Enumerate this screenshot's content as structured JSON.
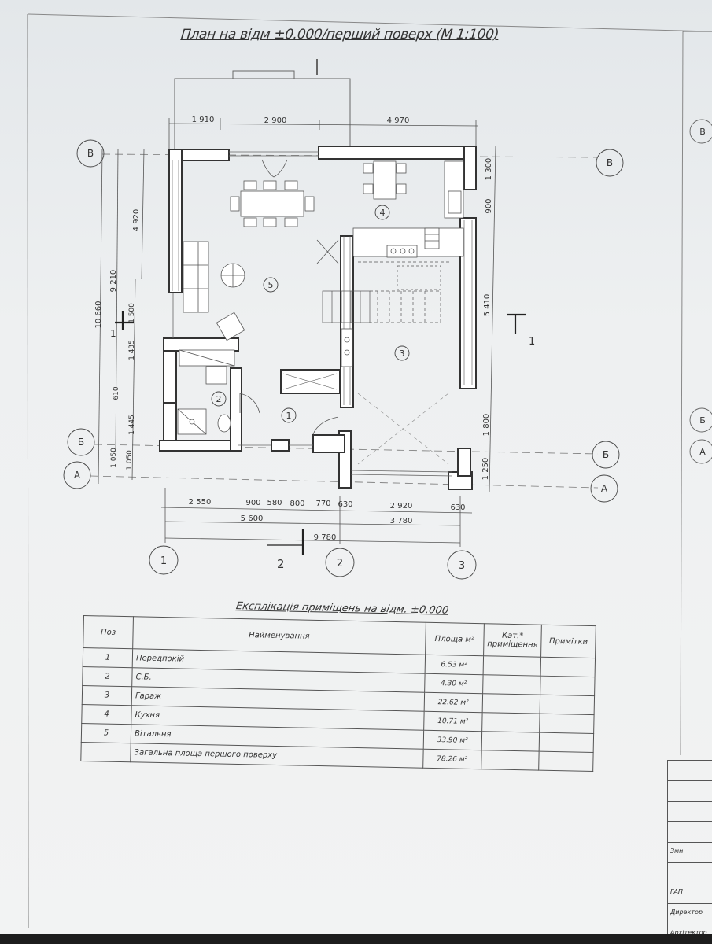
{
  "plan": {
    "title": "План на відм ±0.000/перший поверх (М 1:100)",
    "rooms": [
      "1",
      "2",
      "3",
      "4",
      "5"
    ],
    "grid_axes": {
      "letters": [
        "В",
        "Б",
        "А"
      ],
      "numbers": [
        "1",
        "2",
        "3"
      ],
      "right_side_letters": [
        "В",
        "Б",
        "А"
      ]
    },
    "section_marks": {
      "vertical_1": "1",
      "horizontal_2": "2",
      "left_1": "1"
    },
    "dimensions": {
      "top": [
        "1 910",
        "2 900",
        "4 970"
      ],
      "left_outer": "10 660",
      "left_mid": "9 210",
      "left_upper": "4 920",
      "left_chain": [
        "1 500",
        "1 435",
        "610",
        "1 445",
        "1 050",
        "1 050"
      ],
      "right_chain": [
        "1 300",
        "900",
        "5 410",
        "1 800",
        "1 250"
      ],
      "bottom_chain1": [
        "2 550",
        "900",
        "580",
        "800",
        "770",
        "630",
        "2 920",
        "630"
      ],
      "bottom_chain2": [
        "5 600",
        "3 780"
      ],
      "bottom_total": "9 780"
    }
  },
  "explication": {
    "title": "Експлікація приміщень на відм. ±0.000",
    "headers": {
      "pos": "Поз",
      "name": "Найменування",
      "area": "Площа м²",
      "category": "Кат.* приміщення",
      "notes": "Примітки"
    },
    "rows": [
      {
        "pos": "1",
        "name": "Передпокій",
        "area": "6.53 м²"
      },
      {
        "pos": "2",
        "name": "С.Б.",
        "area": "4.30 м²"
      },
      {
        "pos": "3",
        "name": "Гараж",
        "area": "22.62 м²"
      },
      {
        "pos": "4",
        "name": "Кухня",
        "area": "10.71 м²"
      },
      {
        "pos": "5",
        "name": "Вітальня",
        "area": "33.90 м²"
      }
    ],
    "total": {
      "name": "Загальна площа першого поверху",
      "area": "78.26 м²"
    }
  },
  "title_block": {
    "change": "Змн",
    "gap": "ГАП",
    "director": "Директор",
    "architect": "Архітектор",
    "right_edge_axes": [
      "В",
      "Б",
      "А"
    ]
  }
}
